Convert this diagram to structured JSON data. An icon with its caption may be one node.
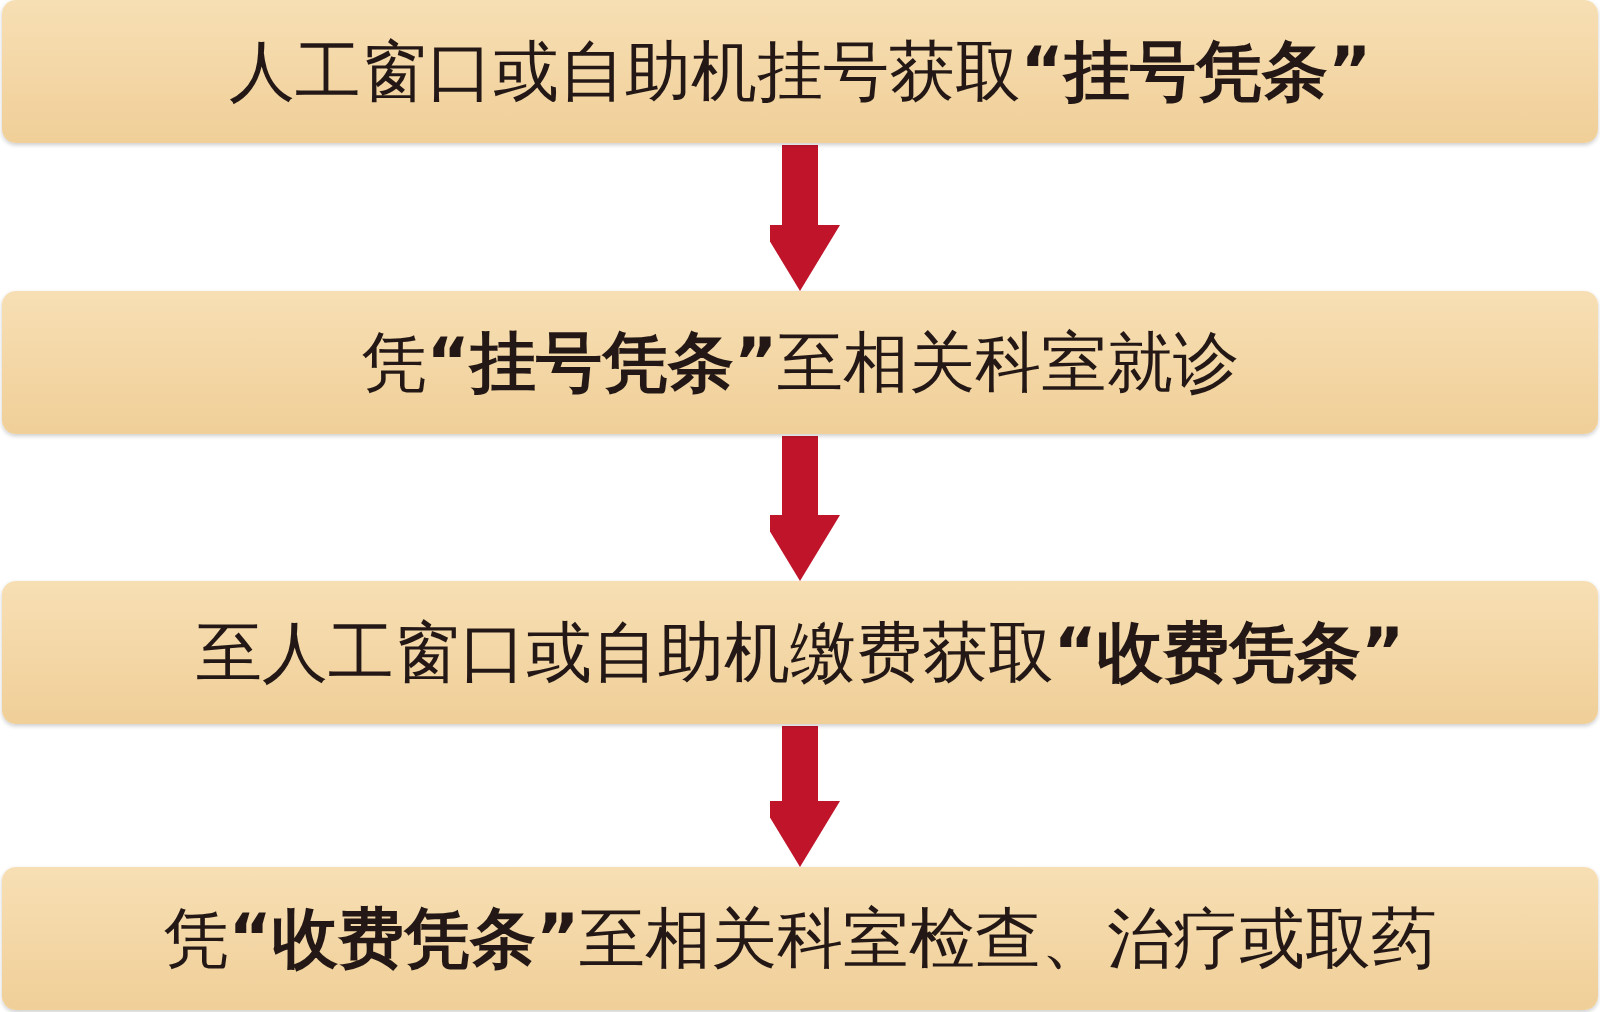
{
  "diagram": {
    "nodes": [
      {
        "text": [
          "人工窗口或自助机挂号获取**“挂号凭条”**"
        ]
      },
      {
        "text": [
          "凭**“挂号凭条”**至相关科室就诊"
        ]
      },
      {
        "text": [
          "至人工窗口或自助机缴费获取**“收费凭条”**"
        ]
      },
      {
        "text": [
          "凭**“收费凭条”**至相关科室检查、治疗或取药"
        ]
      }
    ],
    "edges": [
      {
        "from": 0,
        "to": 1,
        "arrow": "to"
      },
      {
        "from": 1,
        "to": 2,
        "arrow": "to"
      },
      {
        "from": 2,
        "to": 3,
        "arrow": "to"
      }
    ]
  }
}
